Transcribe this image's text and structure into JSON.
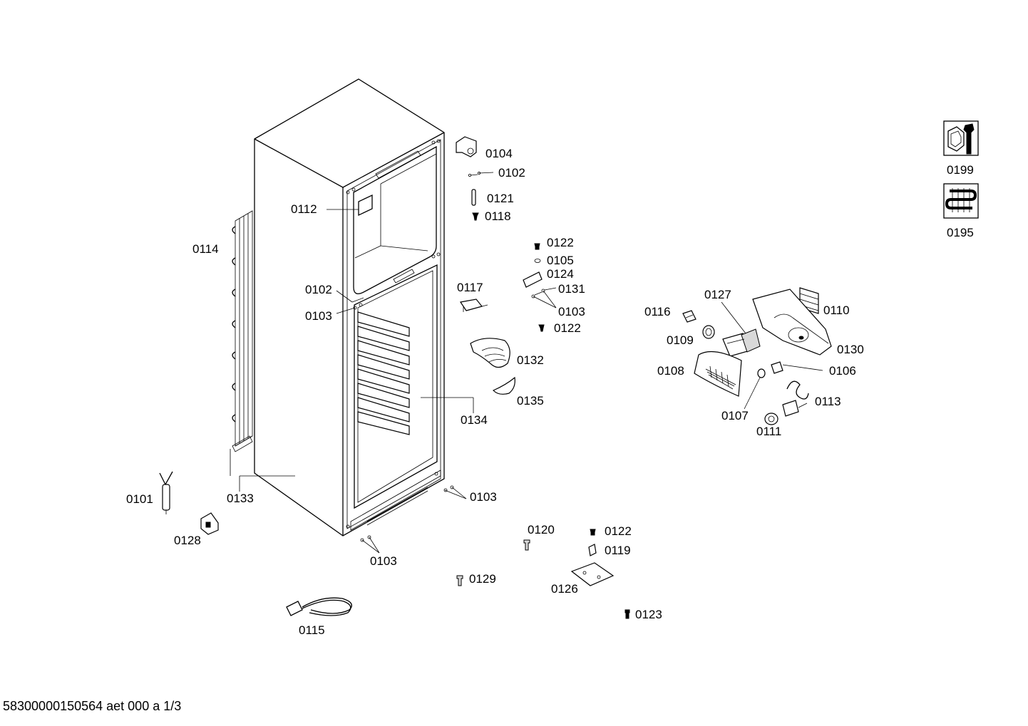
{
  "labels": {
    "p0104": "0104",
    "p0102a": "0102",
    "p0121": "0121",
    "p0118": "0118",
    "p0112": "0112",
    "p0114": "0114",
    "p0102b": "0102",
    "p0103a": "0103",
    "p0122a": "0122",
    "p0105": "0105",
    "p0124": "0124",
    "p0131": "0131",
    "p0103b": "0103",
    "p0122b": "0122",
    "p0117": "0117",
    "p0132": "0132",
    "p0135": "0135",
    "p0134": "0134",
    "p0116": "0116",
    "p0127": "0127",
    "p0110": "0110",
    "p0109": "0109",
    "p0130": "0130",
    "p0108": "0108",
    "p0106": "0106",
    "p0113": "0113",
    "p0107": "0107",
    "p0111": "0111",
    "p0101": "0101",
    "p0133": "0133",
    "p0128": "0128",
    "p0103c": "0103",
    "p0103d": "0103",
    "p0120": "0120",
    "p0122c": "0122",
    "p0119": "0119",
    "p0129": "0129",
    "p0126": "0126",
    "p0123": "0123",
    "p0115": "0115",
    "p0199": "0199",
    "p0195": "0195"
  },
  "footer": "58300000150564 aet 000 a 1/3"
}
